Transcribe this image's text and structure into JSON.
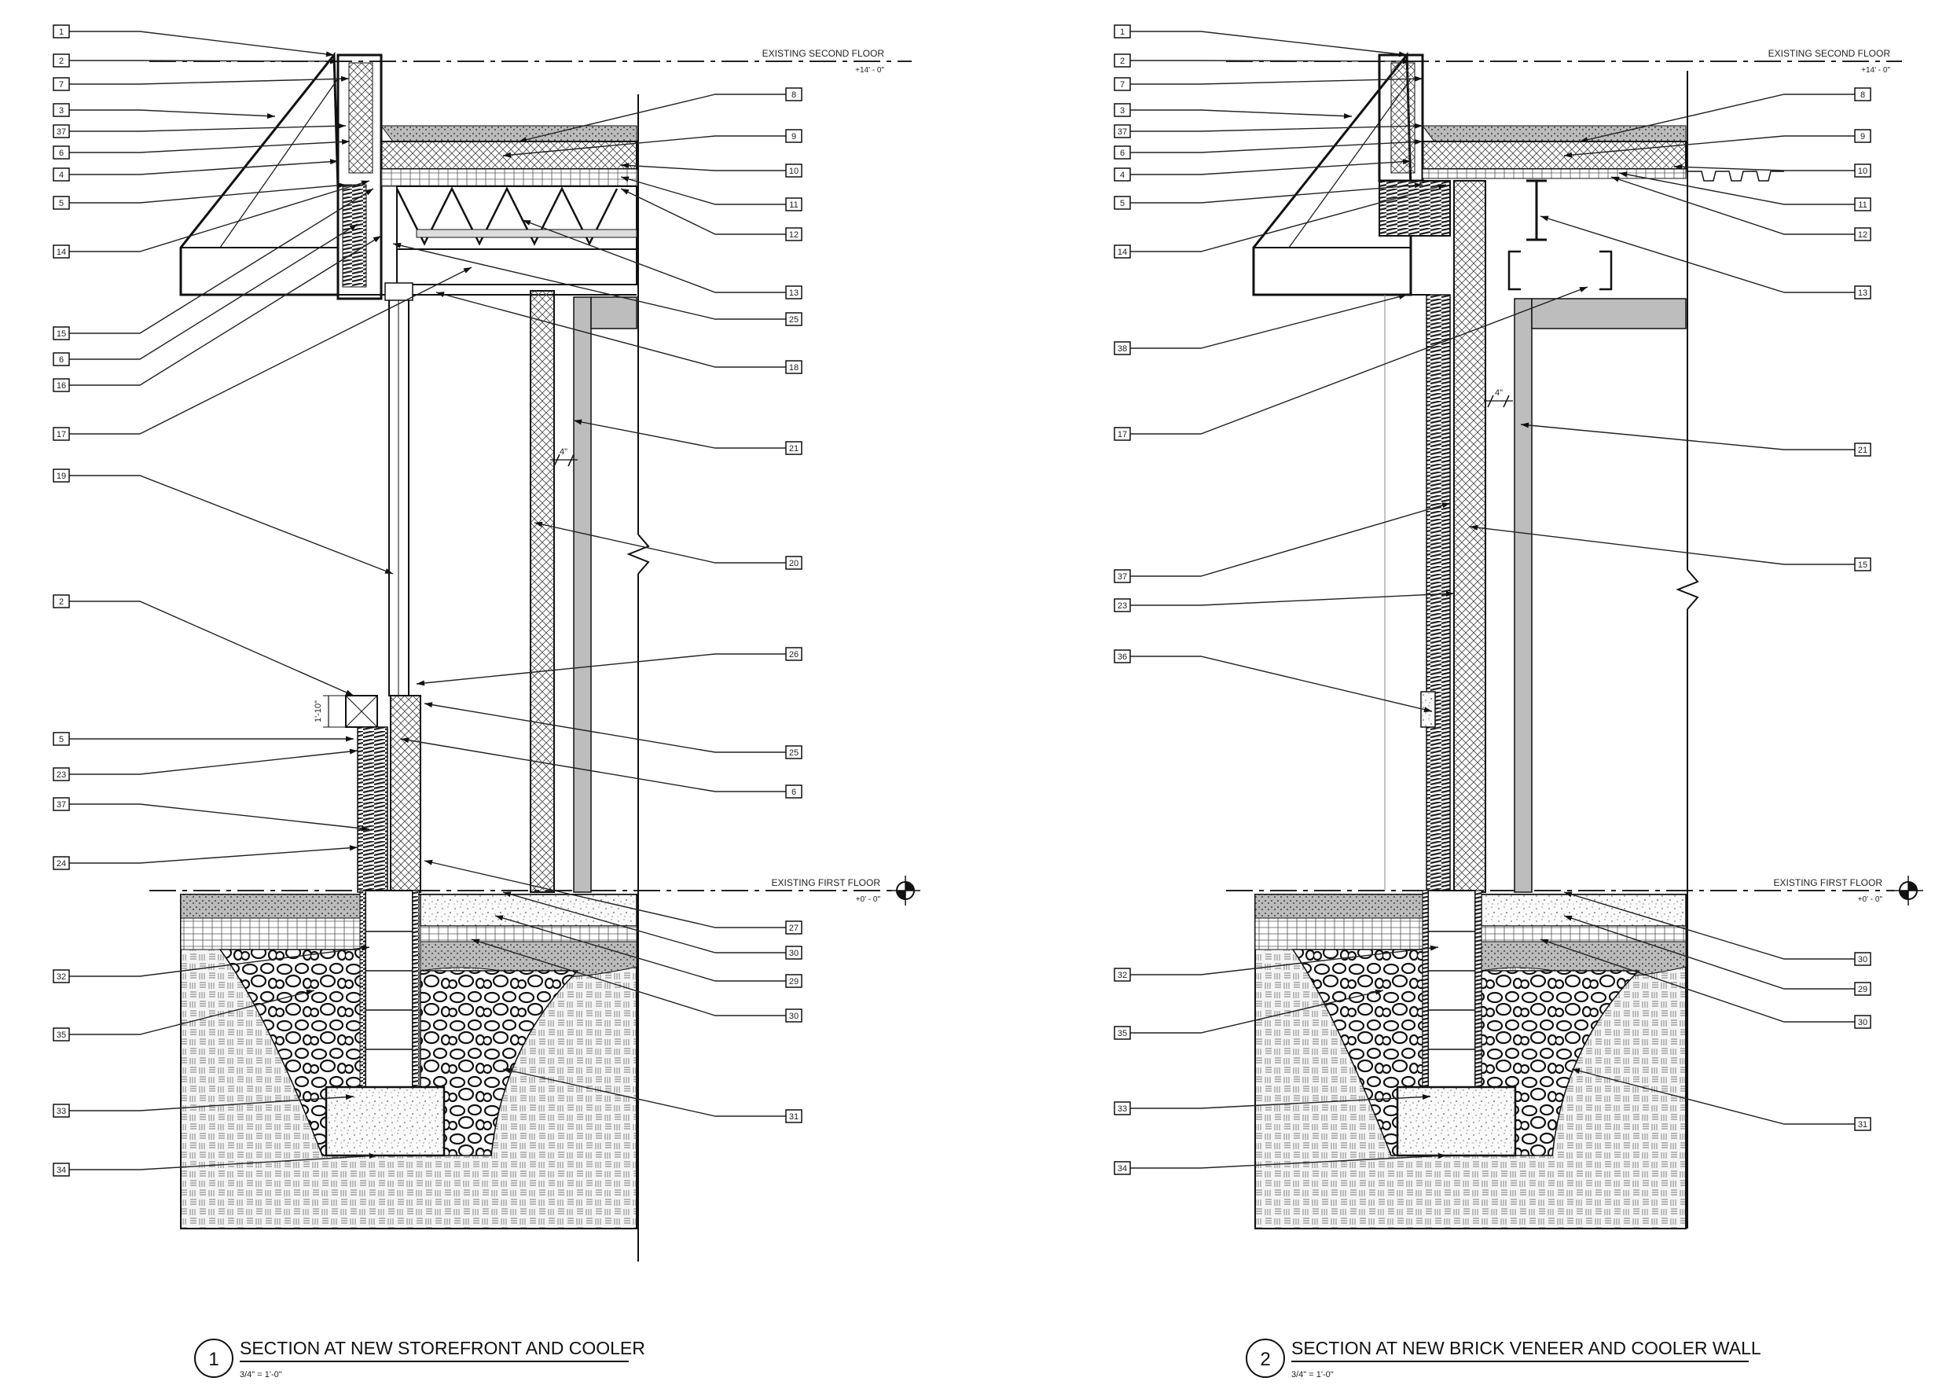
{
  "sections": [
    {
      "number": "1",
      "title": "SECTION AT NEW STOREFRONT AND COOLER",
      "scale": "3/4\" = 1'-0\"",
      "level_top": {
        "label": "EXISTING SECOND FLOOR",
        "elev": "+14' - 0\""
      },
      "level_bottom": {
        "label": "EXISTING FIRST FLOOR",
        "elev": "+0' - 0\""
      },
      "left_tags": [
        "1",
        "2",
        "7",
        "3",
        "37",
        "6",
        "4",
        "5",
        "14",
        "15",
        "6",
        "16",
        "17",
        "19",
        "2",
        "5",
        "23",
        "37",
        "24",
        "32",
        "35",
        "33",
        "34"
      ],
      "right_tags": [
        "8",
        "9",
        "10",
        "11",
        "12",
        "13",
        "25",
        "18",
        "21",
        "20",
        "26",
        "25",
        "6",
        "27",
        "30",
        "29",
        "30",
        "31"
      ],
      "dims": [
        "1'-10\"",
        "4\""
      ]
    },
    {
      "number": "2",
      "title": "SECTION AT NEW BRICK VENEER AND COOLER WALL",
      "scale": "3/4\" = 1'-0\"",
      "level_top": {
        "label": "EXISTING SECOND FLOOR",
        "elev": "+14' - 0\""
      },
      "level_bottom": {
        "label": "EXISTING FIRST FLOOR",
        "elev": "+0' - 0\""
      },
      "left_tags": [
        "1",
        "2",
        "7",
        "3",
        "37",
        "6",
        "4",
        "5",
        "14",
        "38",
        "17",
        "37",
        "23",
        "36",
        "32",
        "35",
        "33",
        "34"
      ],
      "right_tags": [
        "8",
        "9",
        "10",
        "11",
        "12",
        "13",
        "21",
        "15",
        "30",
        "29",
        "30",
        "31"
      ],
      "dims": [
        "4\""
      ]
    }
  ],
  "colors": {
    "line": "#1a1a1a",
    "grey_fill": "#bdbdbd",
    "hatch": "#555555"
  }
}
